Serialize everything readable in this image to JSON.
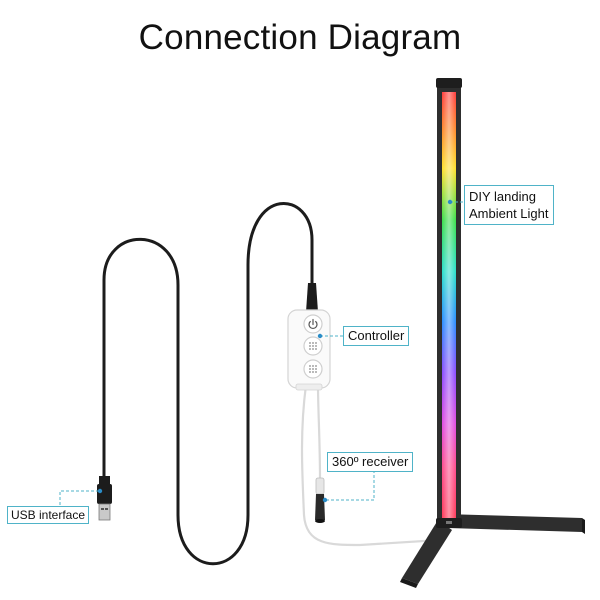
{
  "title": "Connection Diagram",
  "labels": {
    "light_line1": "DIY  landing",
    "light_line2": "Ambient Light",
    "controller": "Controller",
    "receiver": "360º receiver",
    "usb": "USB interface"
  },
  "colors": {
    "callout_border": "#4fb3c8",
    "leader_line": "#4fb3c8",
    "cable": "#1c1c1c",
    "white_cable": "#d9d9d9",
    "frame": "#2e2e2e"
  },
  "icons": [
    "power-icon",
    "mic-icon"
  ]
}
